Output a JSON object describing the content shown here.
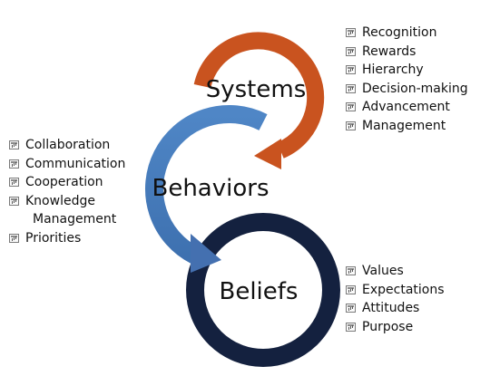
{
  "cycles": {
    "systems": {
      "label": "Systems",
      "color": "#c9531f"
    },
    "behaviors": {
      "label": "Behaviors",
      "color": "#4a7ebd"
    },
    "beliefs": {
      "label": "Beliefs",
      "color": "#14213f"
    }
  },
  "lists": {
    "systems": [
      "Recognition",
      "Rewards",
      "Hierarchy",
      "Decision-making",
      "Advancement",
      "Management"
    ],
    "behaviors": [
      "Collaboration",
      "Communication",
      "Cooperation",
      "Knowledge",
      "Management",
      "Priorities"
    ],
    "beliefs": [
      "Values",
      "Expectations",
      "Attitudes",
      "Purpose"
    ]
  },
  "bullet_icon": "table-icon"
}
